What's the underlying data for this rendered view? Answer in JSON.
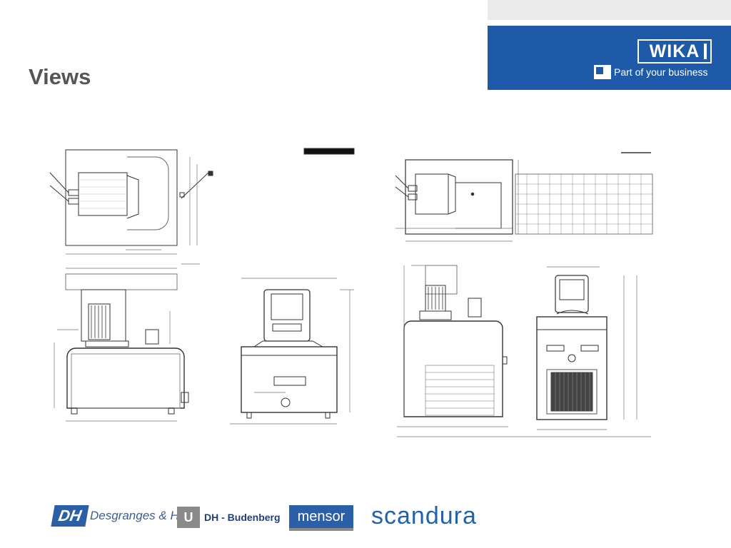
{
  "slide": {
    "title": "Views"
  },
  "brand": {
    "name": "WIKA",
    "tagline": "Part of your business",
    "color": "#1f5aa8"
  },
  "figures": [
    {
      "name": "left-drawing",
      "kind": "technical line drawing: top, front and side views"
    },
    {
      "name": "right-drawing",
      "kind": "technical line drawing: top, front and side views with dimension table"
    }
  ],
  "footer_logos": [
    {
      "mark": "DH",
      "label": "Desgranges & Huot"
    },
    {
      "mark": "U",
      "label": "DH - Budenberg"
    },
    {
      "mark": "mensor",
      "label": ""
    },
    {
      "mark": "scandura",
      "label": ""
    }
  ]
}
